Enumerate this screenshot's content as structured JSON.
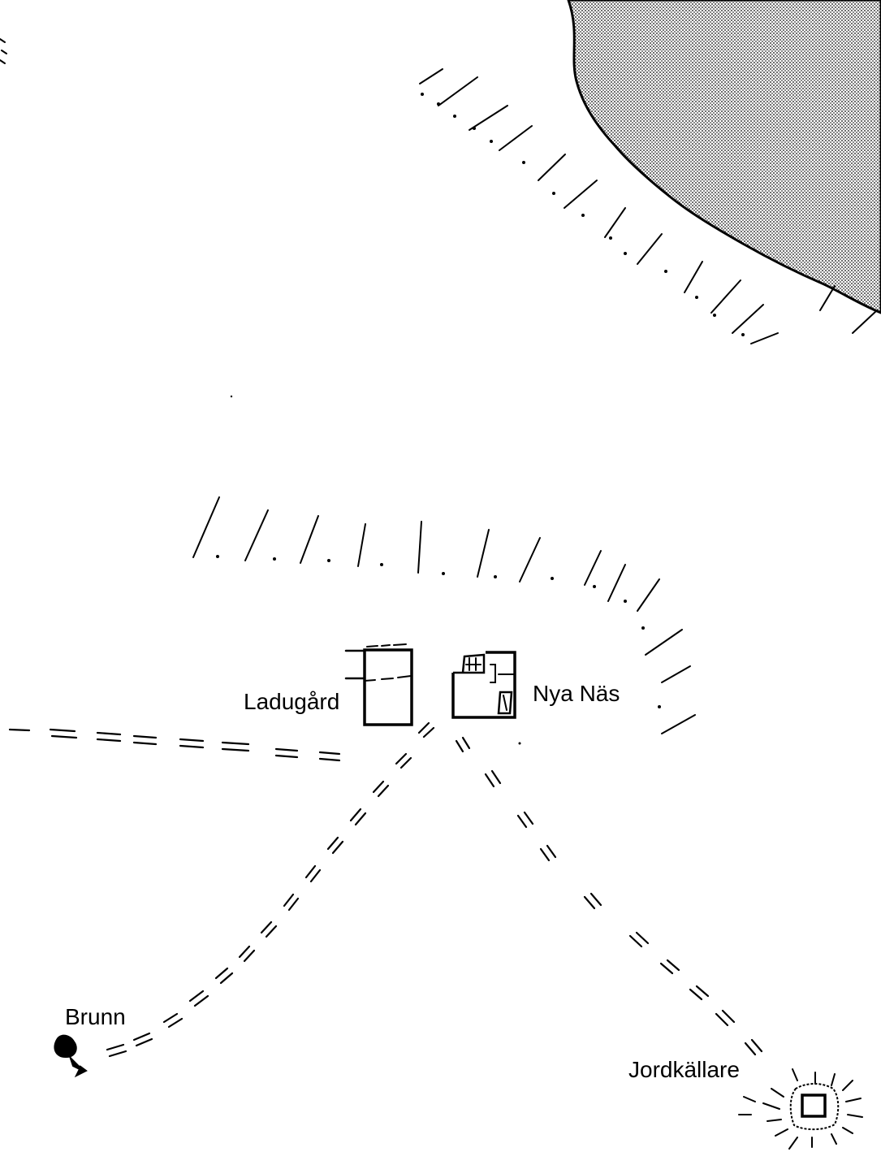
{
  "labels": {
    "ladugard": "Ladugård",
    "nya_nas": "Nya Näs",
    "brunn": "Brunn",
    "jordkallare": "Jordkällare"
  },
  "colors": {
    "ink": "#000000",
    "background": "#ffffff",
    "water_pattern": "#7a7a7a"
  },
  "symbols": {
    "lake": "stippled-water-area",
    "slopes": "hachure-slope-marks",
    "paths": "double-dashed-path-lines",
    "buildings": "building-outlines",
    "well": "well-symbol",
    "cellar": "earth-cellar-symbol"
  }
}
